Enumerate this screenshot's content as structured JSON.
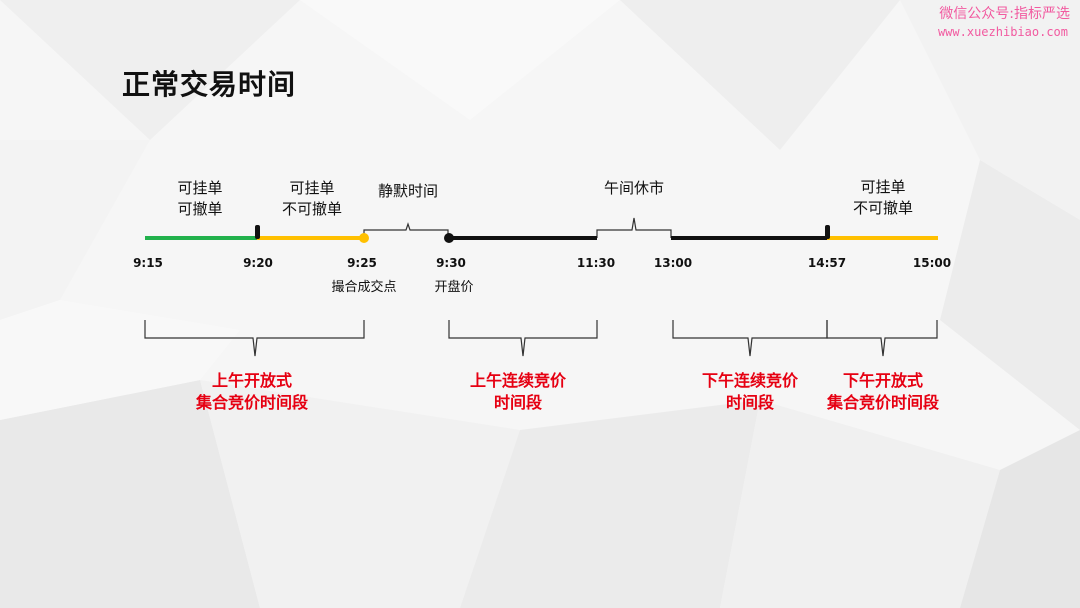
{
  "watermark": {
    "line1": "微信公众号:指标严选",
    "line2": "www.xuezhibiao.com"
  },
  "title": "正常交易时间",
  "segment_labels": {
    "seg1": [
      "可挂单",
      "可撤单"
    ],
    "seg2": [
      "可挂单",
      "不可撤单"
    ],
    "quiet": "静默时间",
    "lunch": "午间休市",
    "seg_last": [
      "可挂单",
      "不可撤单"
    ]
  },
  "times": [
    "9:15",
    "9:20",
    "9:25",
    "9:30",
    "11:30",
    "13:00",
    "14:57",
    "15:00"
  ],
  "point_notes": {
    "match_point": "撮合成交点",
    "open_price": "开盘价"
  },
  "periods": {
    "morning_call": [
      "上午开放式",
      "集合竞价时间段"
    ],
    "morning_continuous": [
      "上午连续竞价",
      "时间段"
    ],
    "afternoon_continuous": [
      "下午连续竞价",
      "时间段"
    ],
    "afternoon_call": [
      "下午开放式",
      "集合竞价时间段"
    ]
  },
  "colors": {
    "green": "#22b14c",
    "yellow": "#ffc000",
    "black": "#111111",
    "red": "#e60012",
    "watermark": "#f25aa0"
  }
}
